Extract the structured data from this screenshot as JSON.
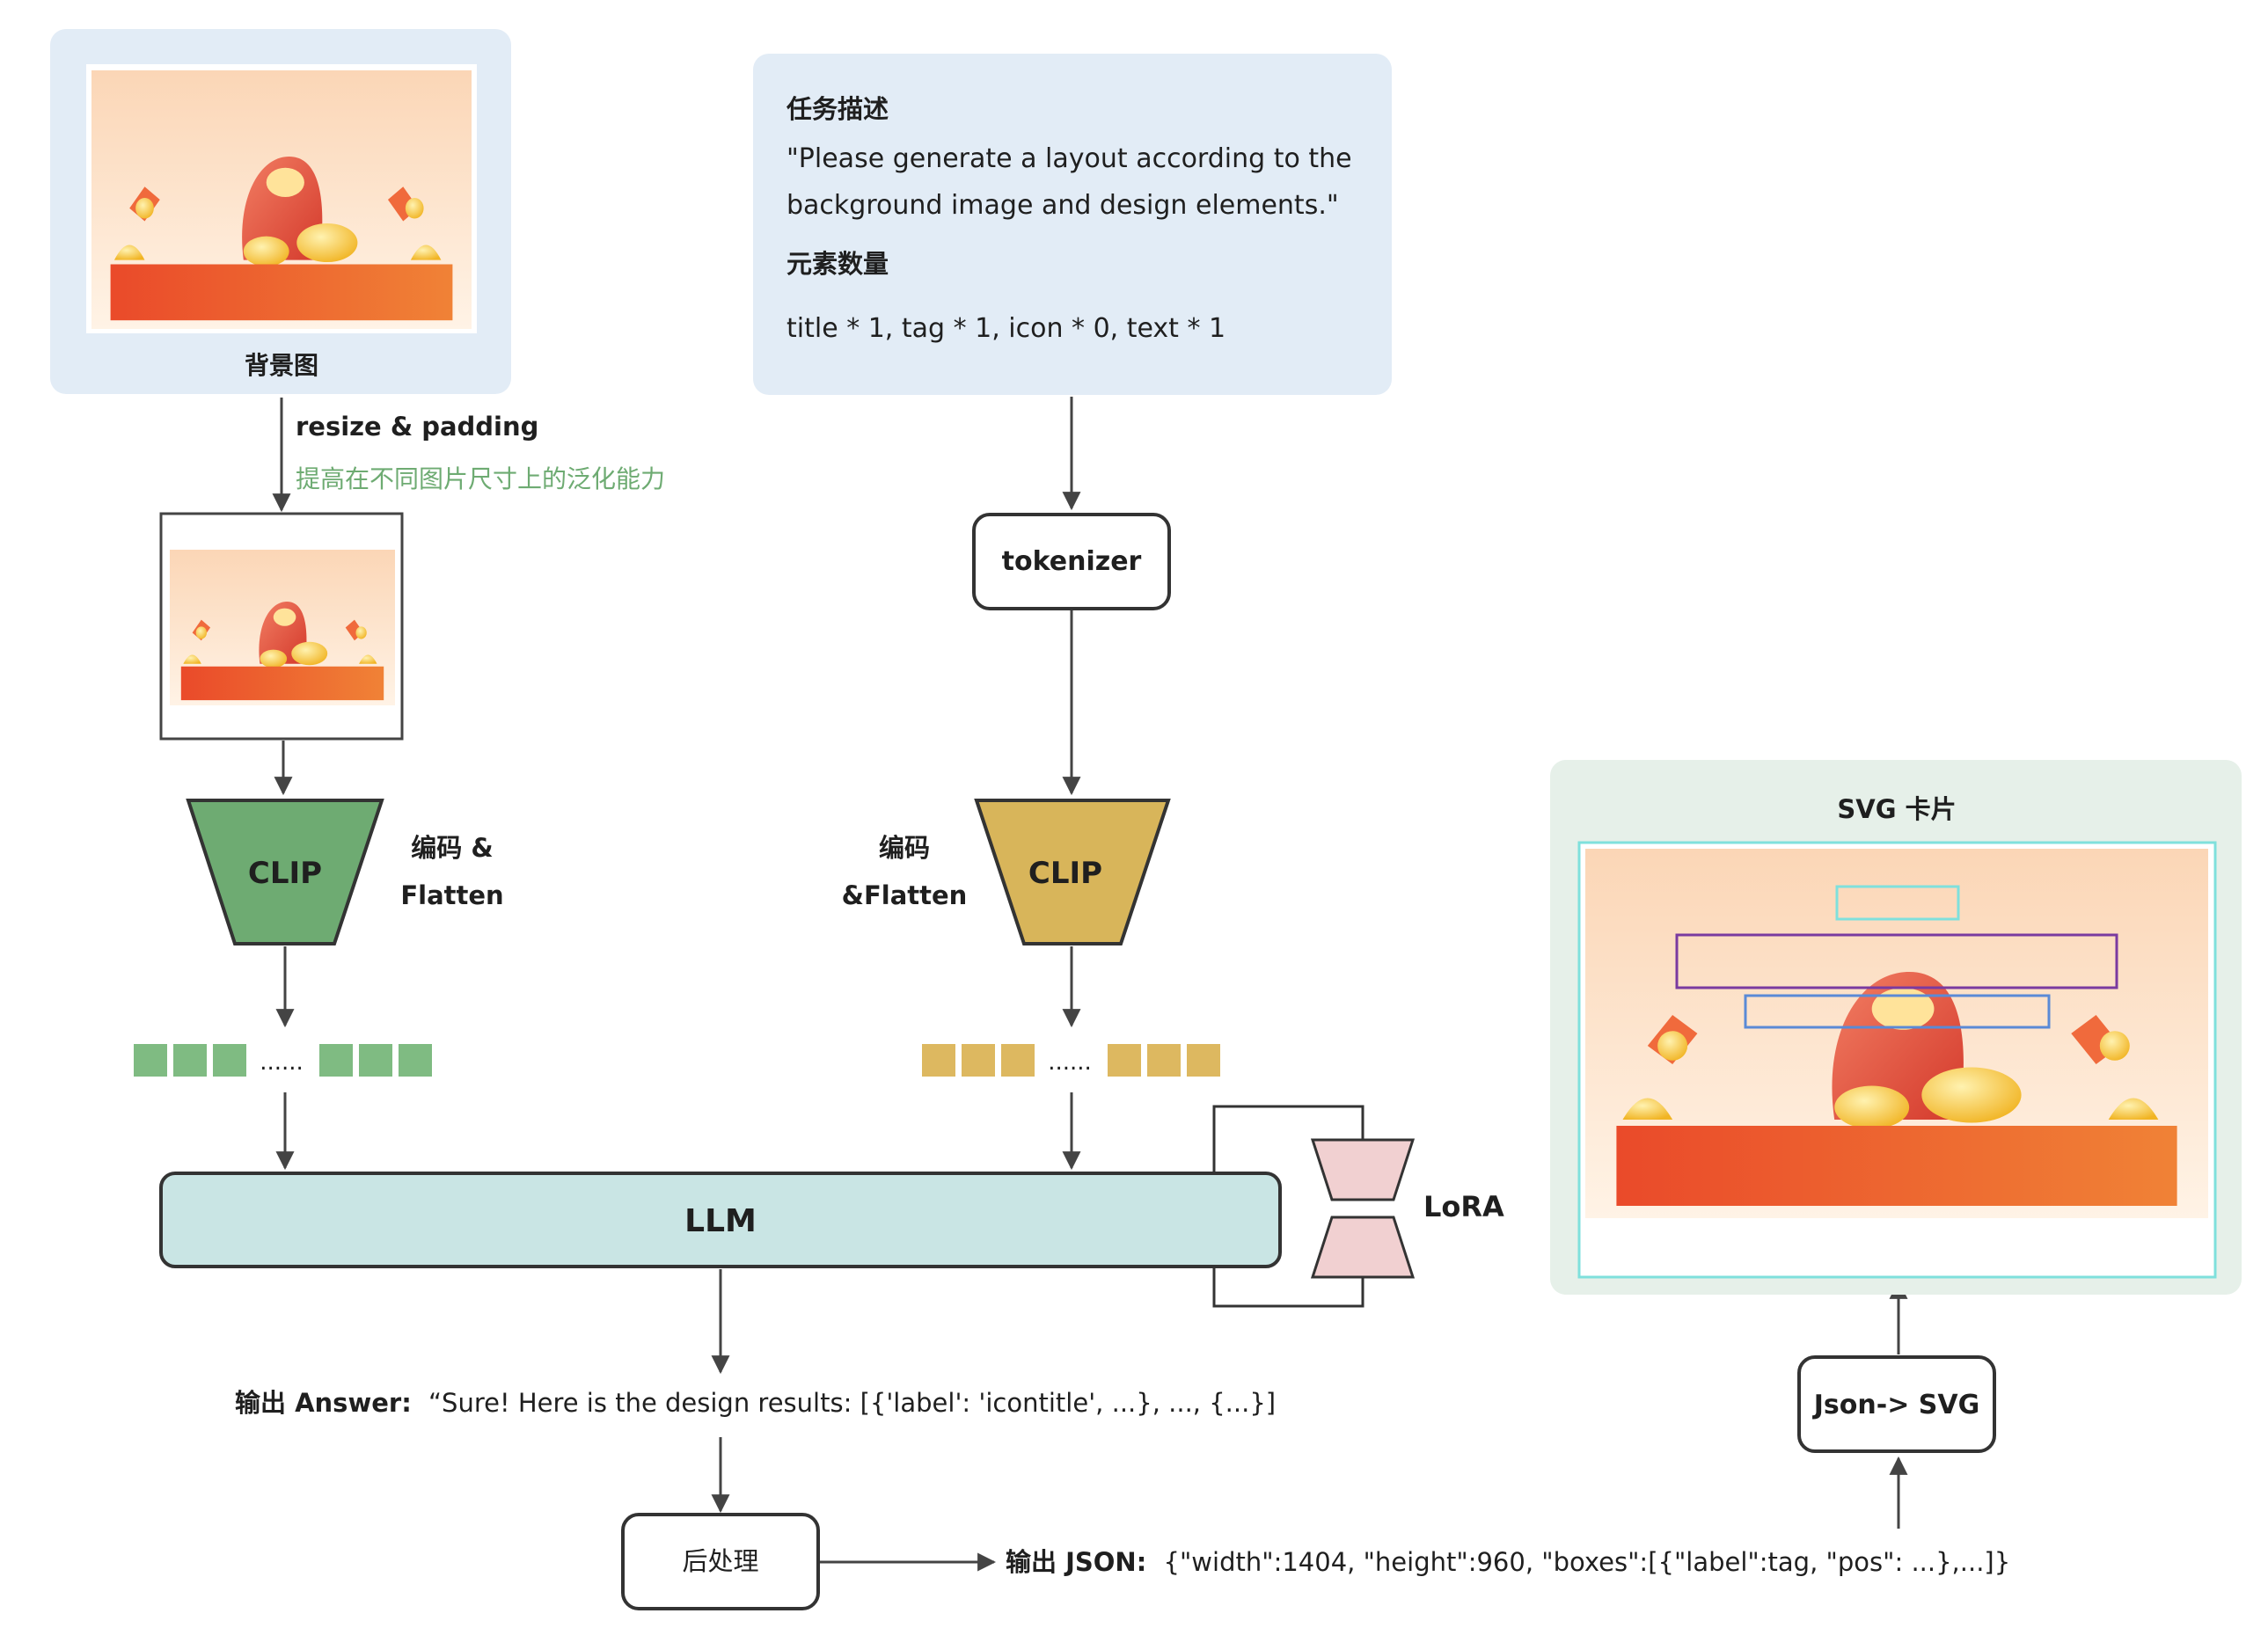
{
  "background_panel": {
    "caption": "背景图"
  },
  "resize": {
    "label": "resize & padding",
    "note": "提高在不同图片尺寸上的泛化能力"
  },
  "task_panel": {
    "heading1": "任务描述",
    "prompt_line1": "\"Please generate a layout according to the",
    "prompt_line2": "background image and design elements.\"",
    "heading2": "元素数量",
    "counts": "title * 1, tag * 1, icon * 0, text * 1"
  },
  "tokenizer": {
    "label": "tokenizer"
  },
  "clip_left": {
    "label": "CLIP",
    "note_line1": "编码 &",
    "note_line2": "Flatten"
  },
  "clip_right": {
    "label": "CLIP",
    "note_line1": "编码",
    "note_line2": "&Flatten"
  },
  "tokens": {
    "ellipsis": "......"
  },
  "llm": {
    "label": "LLM"
  },
  "lora": {
    "label": "LoRA"
  },
  "output_answer": {
    "prefix": "输出 Answer:",
    "text": "“Sure! Here is the design results: [{'label': 'icontitle', ...}, ..., {...}]"
  },
  "postprocess": {
    "label": "后处理"
  },
  "output_json": {
    "prefix": "输出 JSON:",
    "text": "{\"width\":1404, \"height\":960, \"boxes\":[{\"label\":tag, \"pos\": ...},...]}"
  },
  "json_to_svg": {
    "label": "Json-> SVG"
  },
  "svg_card": {
    "title": "SVG 卡片"
  },
  "colors": {
    "panel_blue": "#e2ecf6",
    "panel_green": "#e6f0e9",
    "clip_green": "#6eab72",
    "clip_yellow": "#d8b55a",
    "llm_fill": "#c9e5e4",
    "lora_fill": "#f1d0d1",
    "note_green": "#6eab72"
  }
}
